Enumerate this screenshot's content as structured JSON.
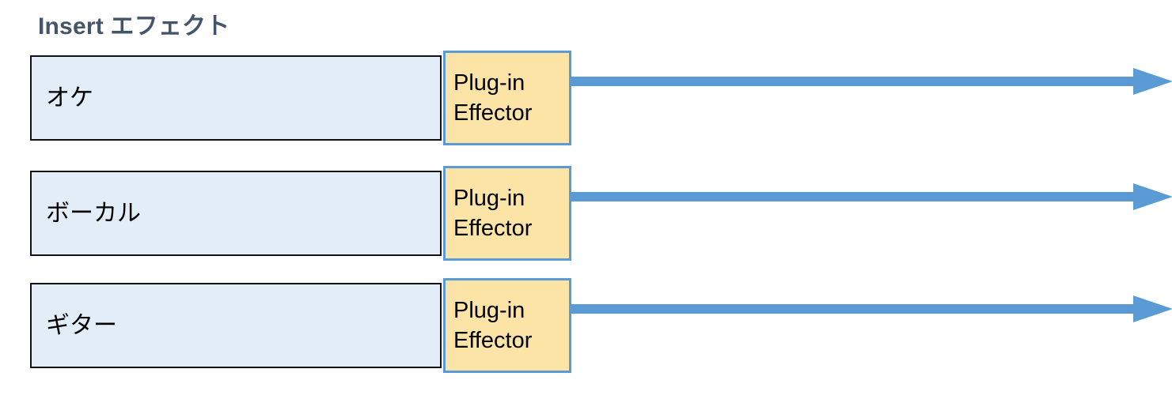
{
  "title": "Insert エフェクト",
  "colors": {
    "title_text": "#44546A",
    "track_fill": "#E3EDF7",
    "track_border": "#121212",
    "plugin_fill": "#FCE4A6",
    "plugin_border": "#5B9BD5",
    "arrow": "#5B9BD5",
    "label_text": "#000000",
    "background": "#FFFFFF"
  },
  "rows": [
    {
      "track_label": "オケ",
      "plugin_line1": "Plug-in",
      "plugin_line2": "Effector",
      "arrow_icon": "right-arrow-icon"
    },
    {
      "track_label": "ボーカル",
      "plugin_line1": "Plug-in",
      "plugin_line2": "Effector",
      "arrow_icon": "right-arrow-icon"
    },
    {
      "track_label": "ギター",
      "plugin_line1": "Plug-in",
      "plugin_line2": "Effector",
      "arrow_icon": "right-arrow-icon"
    }
  ]
}
